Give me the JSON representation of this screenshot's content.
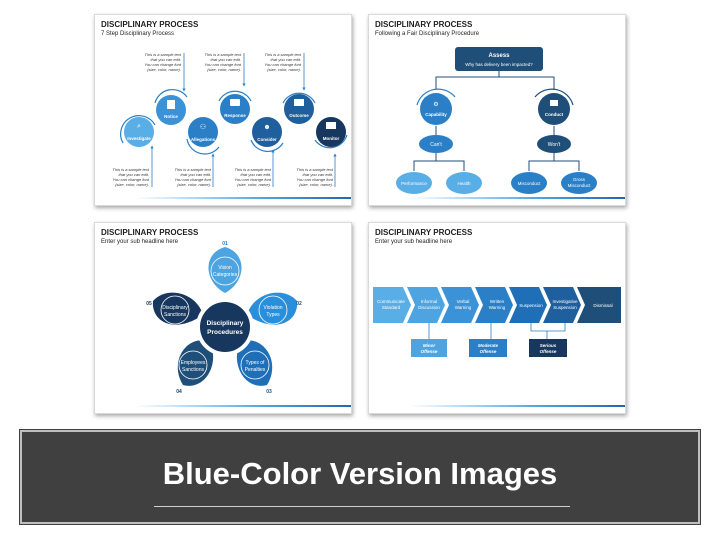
{
  "slide1": {
    "title": "DISCIPLINARY PROCESS",
    "subtitle": "7 Step Disciplinary Process",
    "steps": [
      "Investigate",
      "Notice",
      "Allegations",
      "Response",
      "Consider",
      "Outcome",
      "Monitor"
    ],
    "sample_text": [
      "This is a sample text",
      "that you can edit.",
      "You can change font",
      "(size, color, name)."
    ]
  },
  "slide2": {
    "title": "DISCIPLINARY PROCESS",
    "subtitle": "Following a Fair Disciplinary Procedure",
    "assess": "Assess",
    "question": "Why has delivery been impacted?",
    "capability": "Capability",
    "conduct": "Conduct",
    "cant": "Can't",
    "wont": "Won't",
    "performance": "Performance",
    "health": "Health",
    "misconduct": "Misconduct",
    "gross_misconduct": [
      "Gross",
      "Misconduct"
    ]
  },
  "slide3": {
    "title": "DISCIPLINARY PROCESS",
    "subtitle": "Enter your sub headline here",
    "center": [
      "Disciplinary",
      "Procedures"
    ],
    "petals": [
      {
        "num": "01",
        "lines": [
          "Vision",
          "Categories"
        ]
      },
      {
        "num": "02",
        "lines": [
          "Violation",
          "Types"
        ]
      },
      {
        "num": "03",
        "lines": [
          "Types of",
          "Penalties"
        ]
      },
      {
        "num": "04",
        "lines": [
          "Employees",
          "Sanctions"
        ]
      },
      {
        "num": "05",
        "lines": [
          "Disciplinary",
          "Sanctions"
        ]
      }
    ]
  },
  "slide4": {
    "title": "DISCIPLINARY PROCESS",
    "subtitle": "Enter your sub headline here",
    "steps": [
      [
        "Communicate",
        "Standard"
      ],
      [
        "Informal",
        "Discussion"
      ],
      [
        "Verbal",
        "Warning"
      ],
      [
        "Written",
        "Warning"
      ],
      [
        "Suspension"
      ],
      [
        "Investigative",
        "Suspension"
      ],
      [
        "Dismissal"
      ]
    ],
    "offenses": [
      [
        "Minor",
        "Offense"
      ],
      [
        "Moderate",
        "Offense"
      ],
      [
        "Serious",
        "Offense"
      ]
    ]
  },
  "banner": {
    "title": "Blue-Color Version Images"
  },
  "colors": {
    "light": "#4ea4e0",
    "mid": "#2a7fc7",
    "dark": "#1f4e79",
    "navy": "#17375e"
  }
}
